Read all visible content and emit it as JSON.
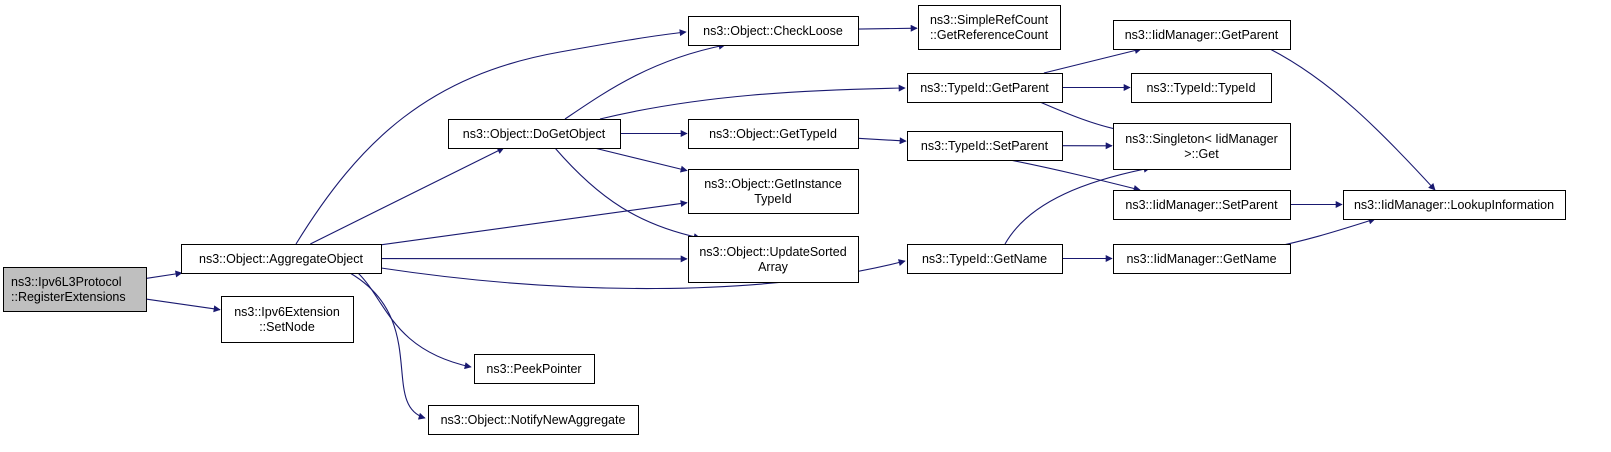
{
  "colors": {
    "edge": "#191970",
    "node_fill": "#ffffff",
    "root_fill": "#bfbfbf",
    "border": "#000000"
  },
  "nodes": [
    {
      "id": "register_extensions",
      "lines": [
        "ns3::Ipv6L3Protocol",
        "::RegisterExtensions"
      ],
      "root": true
    },
    {
      "id": "aggregate_object",
      "lines": [
        "ns3::Object::AggregateObject"
      ]
    },
    {
      "id": "set_node",
      "lines": [
        "ns3::Ipv6Extension",
        "::SetNode"
      ]
    },
    {
      "id": "do_get_object",
      "lines": [
        "ns3::Object::DoGetObject"
      ]
    },
    {
      "id": "peek_pointer",
      "lines": [
        "ns3::PeekPointer"
      ]
    },
    {
      "id": "notify_new_aggregate",
      "lines": [
        "ns3::Object::NotifyNewAggregate"
      ]
    },
    {
      "id": "check_loose",
      "lines": [
        "ns3::Object::CheckLoose"
      ]
    },
    {
      "id": "get_type_id",
      "lines": [
        "ns3::Object::GetTypeId"
      ]
    },
    {
      "id": "get_instance_type_id",
      "lines": [
        "ns3::Object::GetInstance",
        "TypeId"
      ]
    },
    {
      "id": "update_sorted_array",
      "lines": [
        "ns3::Object::UpdateSorted",
        "Array"
      ]
    },
    {
      "id": "get_reference_count",
      "lines": [
        "ns3::SimpleRefCount",
        "::GetReferenceCount"
      ]
    },
    {
      "id": "typeid_get_parent",
      "lines": [
        "ns3::TypeId::GetParent"
      ]
    },
    {
      "id": "typeid_set_parent",
      "lines": [
        "ns3::TypeId::SetParent"
      ]
    },
    {
      "id": "typeid_get_name",
      "lines": [
        "ns3::TypeId::GetName"
      ]
    },
    {
      "id": "iidmanager_get_parent",
      "lines": [
        "ns3::IidManager::GetParent"
      ]
    },
    {
      "id": "typeid_typeid",
      "lines": [
        "ns3::TypeId::TypeId"
      ]
    },
    {
      "id": "singleton_get",
      "lines": [
        "ns3::Singleton< IidManager",
        " >::Get"
      ]
    },
    {
      "id": "iidmanager_set_parent",
      "lines": [
        "ns3::IidManager::SetParent"
      ]
    },
    {
      "id": "iidmanager_get_name",
      "lines": [
        "ns3::IidManager::GetName"
      ]
    },
    {
      "id": "iidmanager_lookup_information",
      "lines": [
        "ns3::IidManager::LookupInformation"
      ]
    }
  ],
  "edges": [
    {
      "from": "register_extensions",
      "to": "aggregate_object"
    },
    {
      "from": "register_extensions",
      "to": "set_node"
    },
    {
      "from": "aggregate_object",
      "to": "check_loose"
    },
    {
      "from": "aggregate_object",
      "to": "do_get_object"
    },
    {
      "from": "aggregate_object",
      "to": "get_instance_type_id"
    },
    {
      "from": "aggregate_object",
      "to": "update_sorted_array"
    },
    {
      "from": "aggregate_object",
      "to": "typeid_get_name"
    },
    {
      "from": "aggregate_object",
      "to": "peek_pointer"
    },
    {
      "from": "aggregate_object",
      "to": "notify_new_aggregate"
    },
    {
      "from": "do_get_object",
      "to": "check_loose"
    },
    {
      "from": "do_get_object",
      "to": "typeid_get_parent"
    },
    {
      "from": "do_get_object",
      "to": "get_type_id"
    },
    {
      "from": "do_get_object",
      "to": "get_instance_type_id"
    },
    {
      "from": "do_get_object",
      "to": "update_sorted_array"
    },
    {
      "from": "check_loose",
      "to": "get_reference_count"
    },
    {
      "from": "get_type_id",
      "to": "typeid_set_parent"
    },
    {
      "from": "typeid_get_parent",
      "to": "iidmanager_get_parent"
    },
    {
      "from": "typeid_get_parent",
      "to": "typeid_typeid"
    },
    {
      "from": "typeid_get_parent",
      "to": "singleton_get"
    },
    {
      "from": "typeid_set_parent",
      "to": "singleton_get"
    },
    {
      "from": "typeid_set_parent",
      "to": "iidmanager_set_parent"
    },
    {
      "from": "typeid_get_name",
      "to": "singleton_get"
    },
    {
      "from": "typeid_get_name",
      "to": "iidmanager_get_name"
    },
    {
      "from": "iidmanager_get_parent",
      "to": "iidmanager_lookup_information"
    },
    {
      "from": "iidmanager_set_parent",
      "to": "iidmanager_lookup_information"
    },
    {
      "from": "iidmanager_get_name",
      "to": "iidmanager_lookup_information"
    }
  ]
}
